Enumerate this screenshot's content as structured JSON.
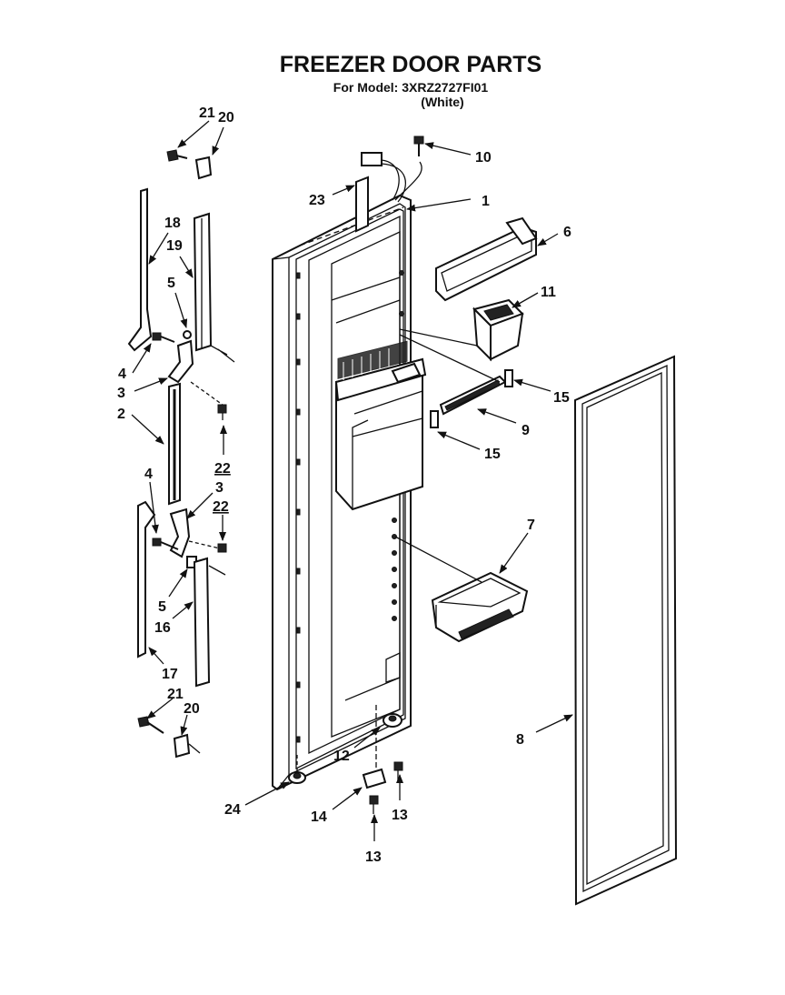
{
  "title": "FREEZER DOOR PARTS",
  "model_line": "For Model: 3XRZ2727FI01",
  "color_line": "(White)",
  "callouts": {
    "c1": "1",
    "c2": "2",
    "c3a": "3",
    "c3b": "3",
    "c4a": "4",
    "c4b": "4",
    "c5a": "5",
    "c5b": "5",
    "c6": "6",
    "c7": "7",
    "c8": "8",
    "c9": "9",
    "c10": "10",
    "c11": "11",
    "c12": "12",
    "c13a": "13",
    "c13b": "13",
    "c14": "14",
    "c15a": "15",
    "c15b": "15",
    "c16": "16",
    "c17": "17",
    "c18": "18",
    "c19": "19",
    "c20a": "20",
    "c20b": "20",
    "c21a": "21",
    "c21b": "21",
    "c22a": "22",
    "c22b": "22",
    "c23": "23",
    "c24": "24"
  }
}
